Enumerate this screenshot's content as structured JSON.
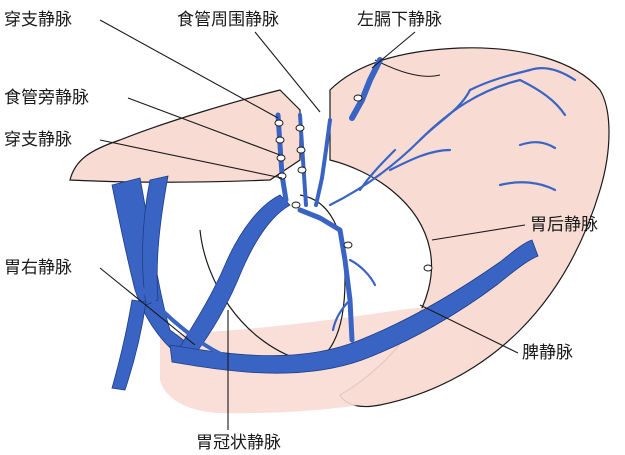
{
  "labels": {
    "perforating_top": "穿支静脉",
    "periesophageal": "食管周围静脉",
    "left_inferior_phrenic": "左膈下静脉",
    "paraesophageal": "食管旁静脉",
    "perforating_mid": "穿支静脉",
    "posterior_gastric": "胃后静脉",
    "right_gastric": "胃右静脉",
    "splenic": "脾静脉",
    "coronary": "胃冠状静脉"
  },
  "colors": {
    "vein": "#3a64c4",
    "vein_outline": "#1f3d85",
    "tissue": "#f8dcd4",
    "outline": "#1a1a1a",
    "background": "#ffffff"
  }
}
